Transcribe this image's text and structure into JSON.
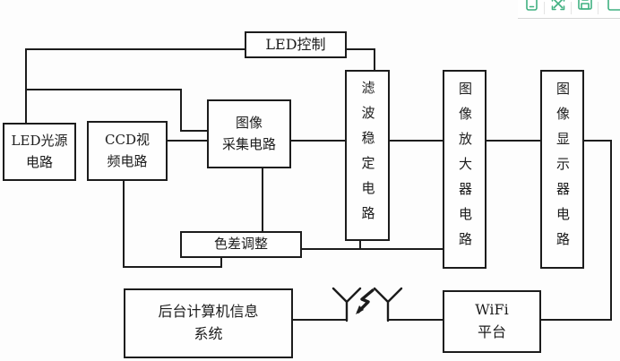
{
  "toolbar": {
    "accent_color": "#3fb080",
    "icons": [
      {
        "name": "phone-icon"
      },
      {
        "name": "expand-arrows-icon"
      },
      {
        "name": "save-icon"
      },
      {
        "name": "clipped-edge-icon"
      }
    ]
  },
  "diagram": {
    "line_color": "#1c1c1c",
    "blocks": {
      "led_control": {
        "label": "LED控制"
      },
      "led_source": {
        "line1": "LED光源",
        "line2": "电路"
      },
      "ccd_video": {
        "line1": "CCD视",
        "line2": "频电路"
      },
      "image_capture": {
        "line1": "图像",
        "line2": "采集电路"
      },
      "filter_stabilize": {
        "label": "滤波稳定电路"
      },
      "image_amplifier": {
        "label": "图像放大器电路"
      },
      "image_display": {
        "label": "图像显示器电路"
      },
      "color_adjust": {
        "label": "色差调整"
      },
      "backend_system": {
        "line1": "后台计算机信息",
        "line2": "系统"
      },
      "wifi_platform": {
        "line1": "WiFi",
        "line2": "平台"
      }
    },
    "antenna": {
      "name": "wireless-link",
      "symbol": "two antennas with lightning bolt"
    }
  }
}
